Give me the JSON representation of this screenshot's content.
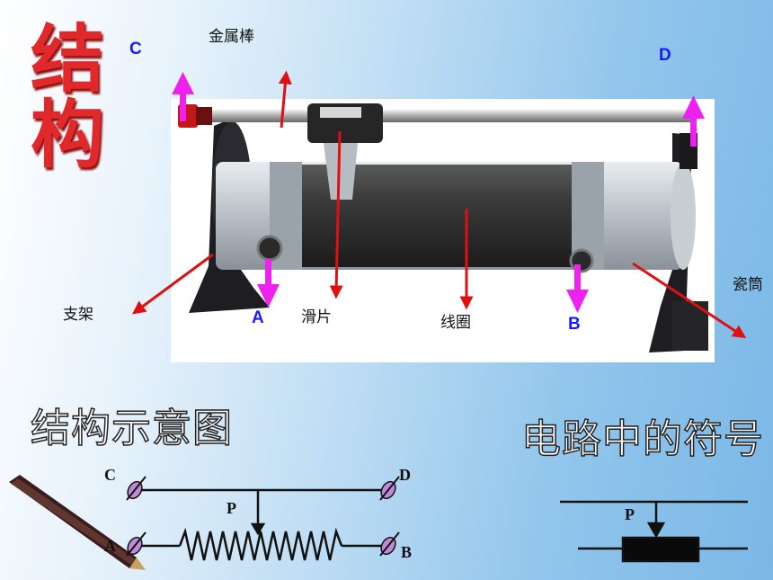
{
  "title": "结构",
  "labels": {
    "metal_rod": "金属棒",
    "slider": "滑片",
    "coil": "线圈",
    "support": "支架",
    "porcelain_tube": "瓷筒"
  },
  "terminals": {
    "A": "A",
    "B": "B",
    "C": "C",
    "D": "D"
  },
  "diagram_title": "结构示意图",
  "symbol_title": "电路中的符号",
  "schematic": {
    "C": "C",
    "D": "D",
    "A": "A",
    "B": "B",
    "P": "P"
  },
  "symbol": {
    "P": "P"
  },
  "colors": {
    "title": "#e1282a",
    "terminal_letters": "#1a1aff",
    "pointer_arrows": "#e01010",
    "terminal_arrows": "#ee22ee",
    "terminal_marks": "#c08ad8"
  }
}
